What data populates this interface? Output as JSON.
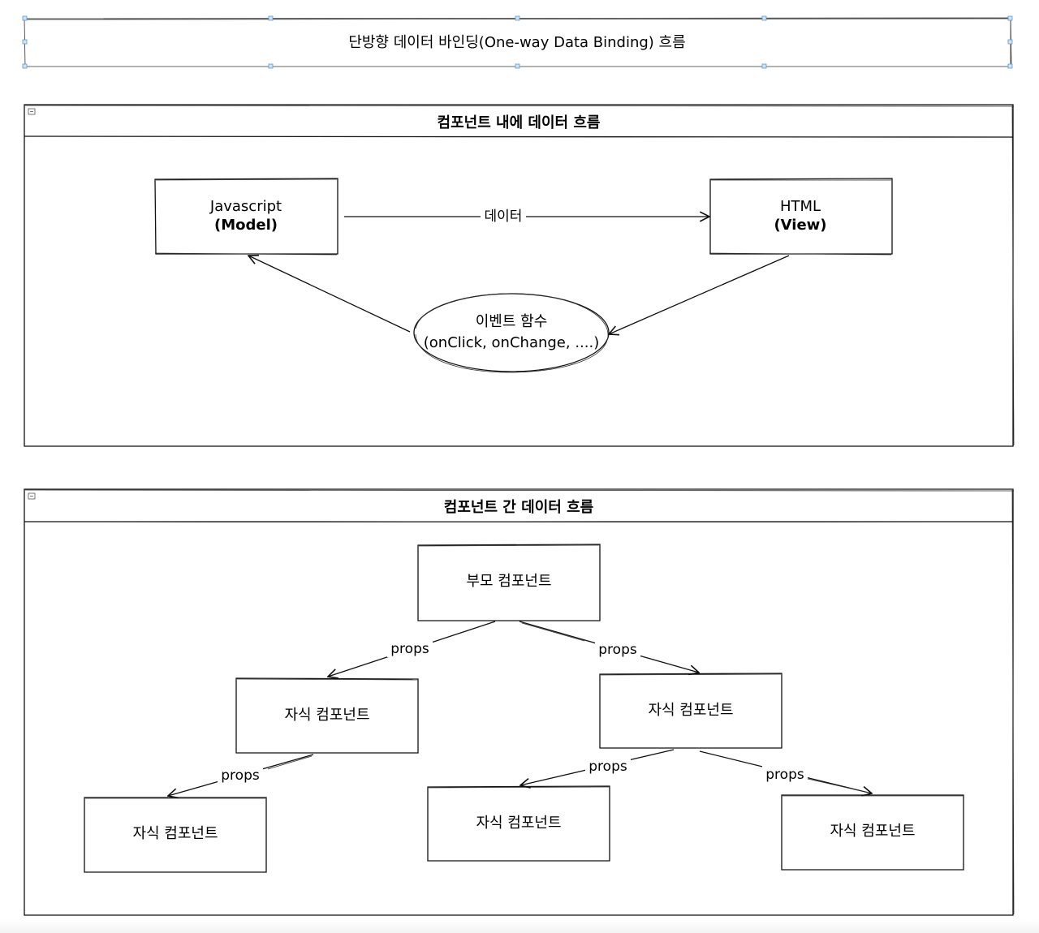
{
  "diagram": {
    "title": "단방향 데이터 바인딩(One-way Data Binding) 흐름",
    "section1": {
      "title": "컴포넌트 내에 데이터 흐름",
      "model_node": {
        "line1": "Javascript",
        "line2": "(Model)"
      },
      "view_node": {
        "line1": "HTML",
        "line2": "(View)"
      },
      "event_node": {
        "line1": "이벤트 함수",
        "line2": "(onClick, onChange, ....)"
      },
      "edge_data_label": "데이터"
    },
    "section2": {
      "title": "컴포넌트 간 데이터 흐름",
      "parent_node": "부모 컴포넌트",
      "child_left": "자식 컴포넌트",
      "child_right": "자식 컴포넌트",
      "grandchild_1": "자식 컴포넌트",
      "grandchild_2": "자식 컴포넌트",
      "grandchild_3": "자식 컴포넌트",
      "edge_labels": [
        "props",
        "props",
        "props",
        "props",
        "props"
      ]
    }
  }
}
